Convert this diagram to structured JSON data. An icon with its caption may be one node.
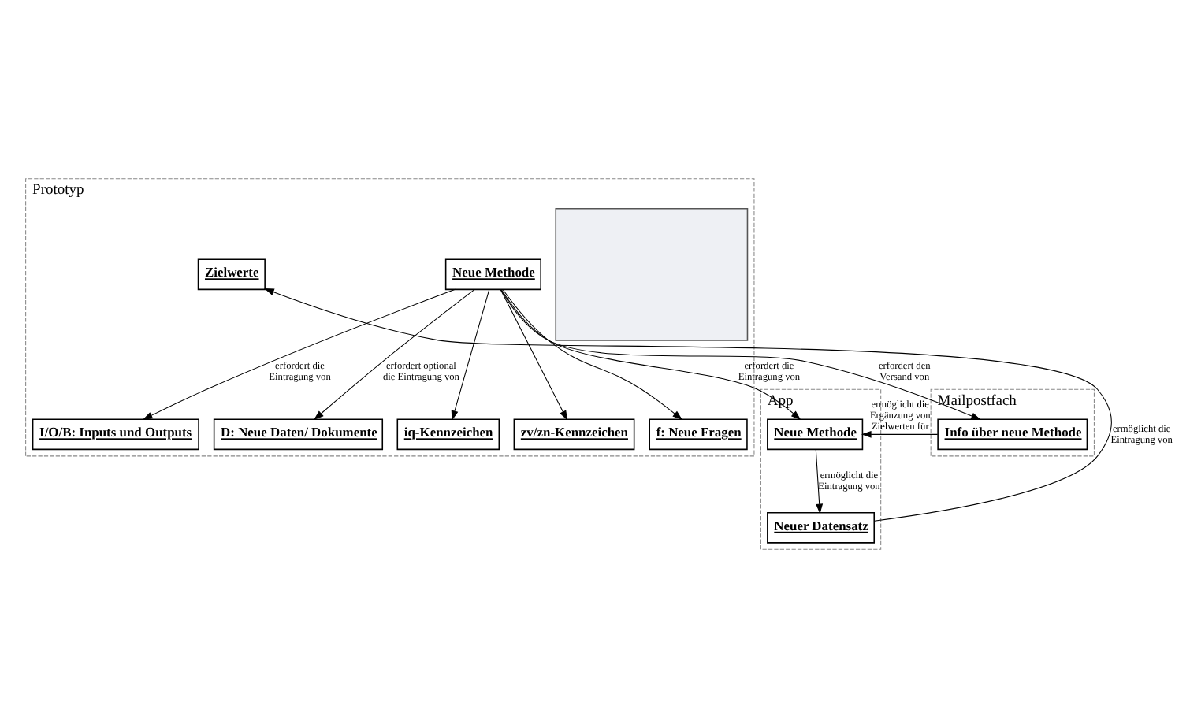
{
  "diagram": {
    "nodes": [
      {
        "text": [
          "Prototyp"
        ]
      },
      {
        "text": [],
        "shape": "box",
        "in": 0
      },
      {
        "text": [
          "Neue Methode"
        ],
        "in": 0
      },
      {
        "text": [
          "I/O/B: Inputs und Outputs"
        ],
        "in": 0
      },
      {
        "text": [
          "D: Neue Daten/ Dokumente"
        ],
        "in": 0
      },
      {
        "text": [
          "iq-Kennzeichen"
        ],
        "in": 0
      },
      {
        "text": [
          "zv/zn-Kennzeichen"
        ],
        "in": 0
      },
      {
        "text": [
          "f: Neue Fragen"
        ],
        "in": 0
      },
      {
        "text": [
          "Zielwerte"
        ],
        "in": 0
      },
      {
        "text": [
          "App"
        ]
      },
      {
        "text": [
          "Neue Methode"
        ],
        "in": 9
      },
      {
        "text": [
          "Neuer Datensatz"
        ],
        "in": 9
      },
      {
        "text": [
          "Mailpostfach"
        ]
      },
      {
        "text": [
          "Info über neue Methode"
        ],
        "in": 12
      }
    ],
    "edges": [
      {
        "from": 2,
        "to": 3,
        "arrow": "to",
        "label": "erfordert die Eintragung von"
      },
      {
        "from": 2,
        "to": 4,
        "arrow": "to",
        "label": "erfordert optional die Eintragung von"
      },
      {
        "from": 2,
        "to": 5,
        "arrow": "to"
      },
      {
        "from": 2,
        "to": 6,
        "arrow": "to"
      },
      {
        "from": 2,
        "to": 7,
        "arrow": "to"
      },
      {
        "from": 2,
        "to": 10,
        "arrow": "to",
        "label": "erfordert die Eintragung von"
      },
      {
        "from": 2,
        "to": 13,
        "arrow": "to",
        "label": "erfordert den Versand von"
      },
      {
        "from": 10,
        "to": 11,
        "arrow": "to",
        "label": "ermöglicht die Eintragung von"
      },
      {
        "from": 11,
        "to": 8,
        "arrow": "to",
        "label": "ermöglicht die Eintragung von"
      },
      {
        "from": 13,
        "to": 10,
        "arrow": "to",
        "label": "ermöglicht die Ergänzung von Zielwerten für"
      }
    ]
  }
}
